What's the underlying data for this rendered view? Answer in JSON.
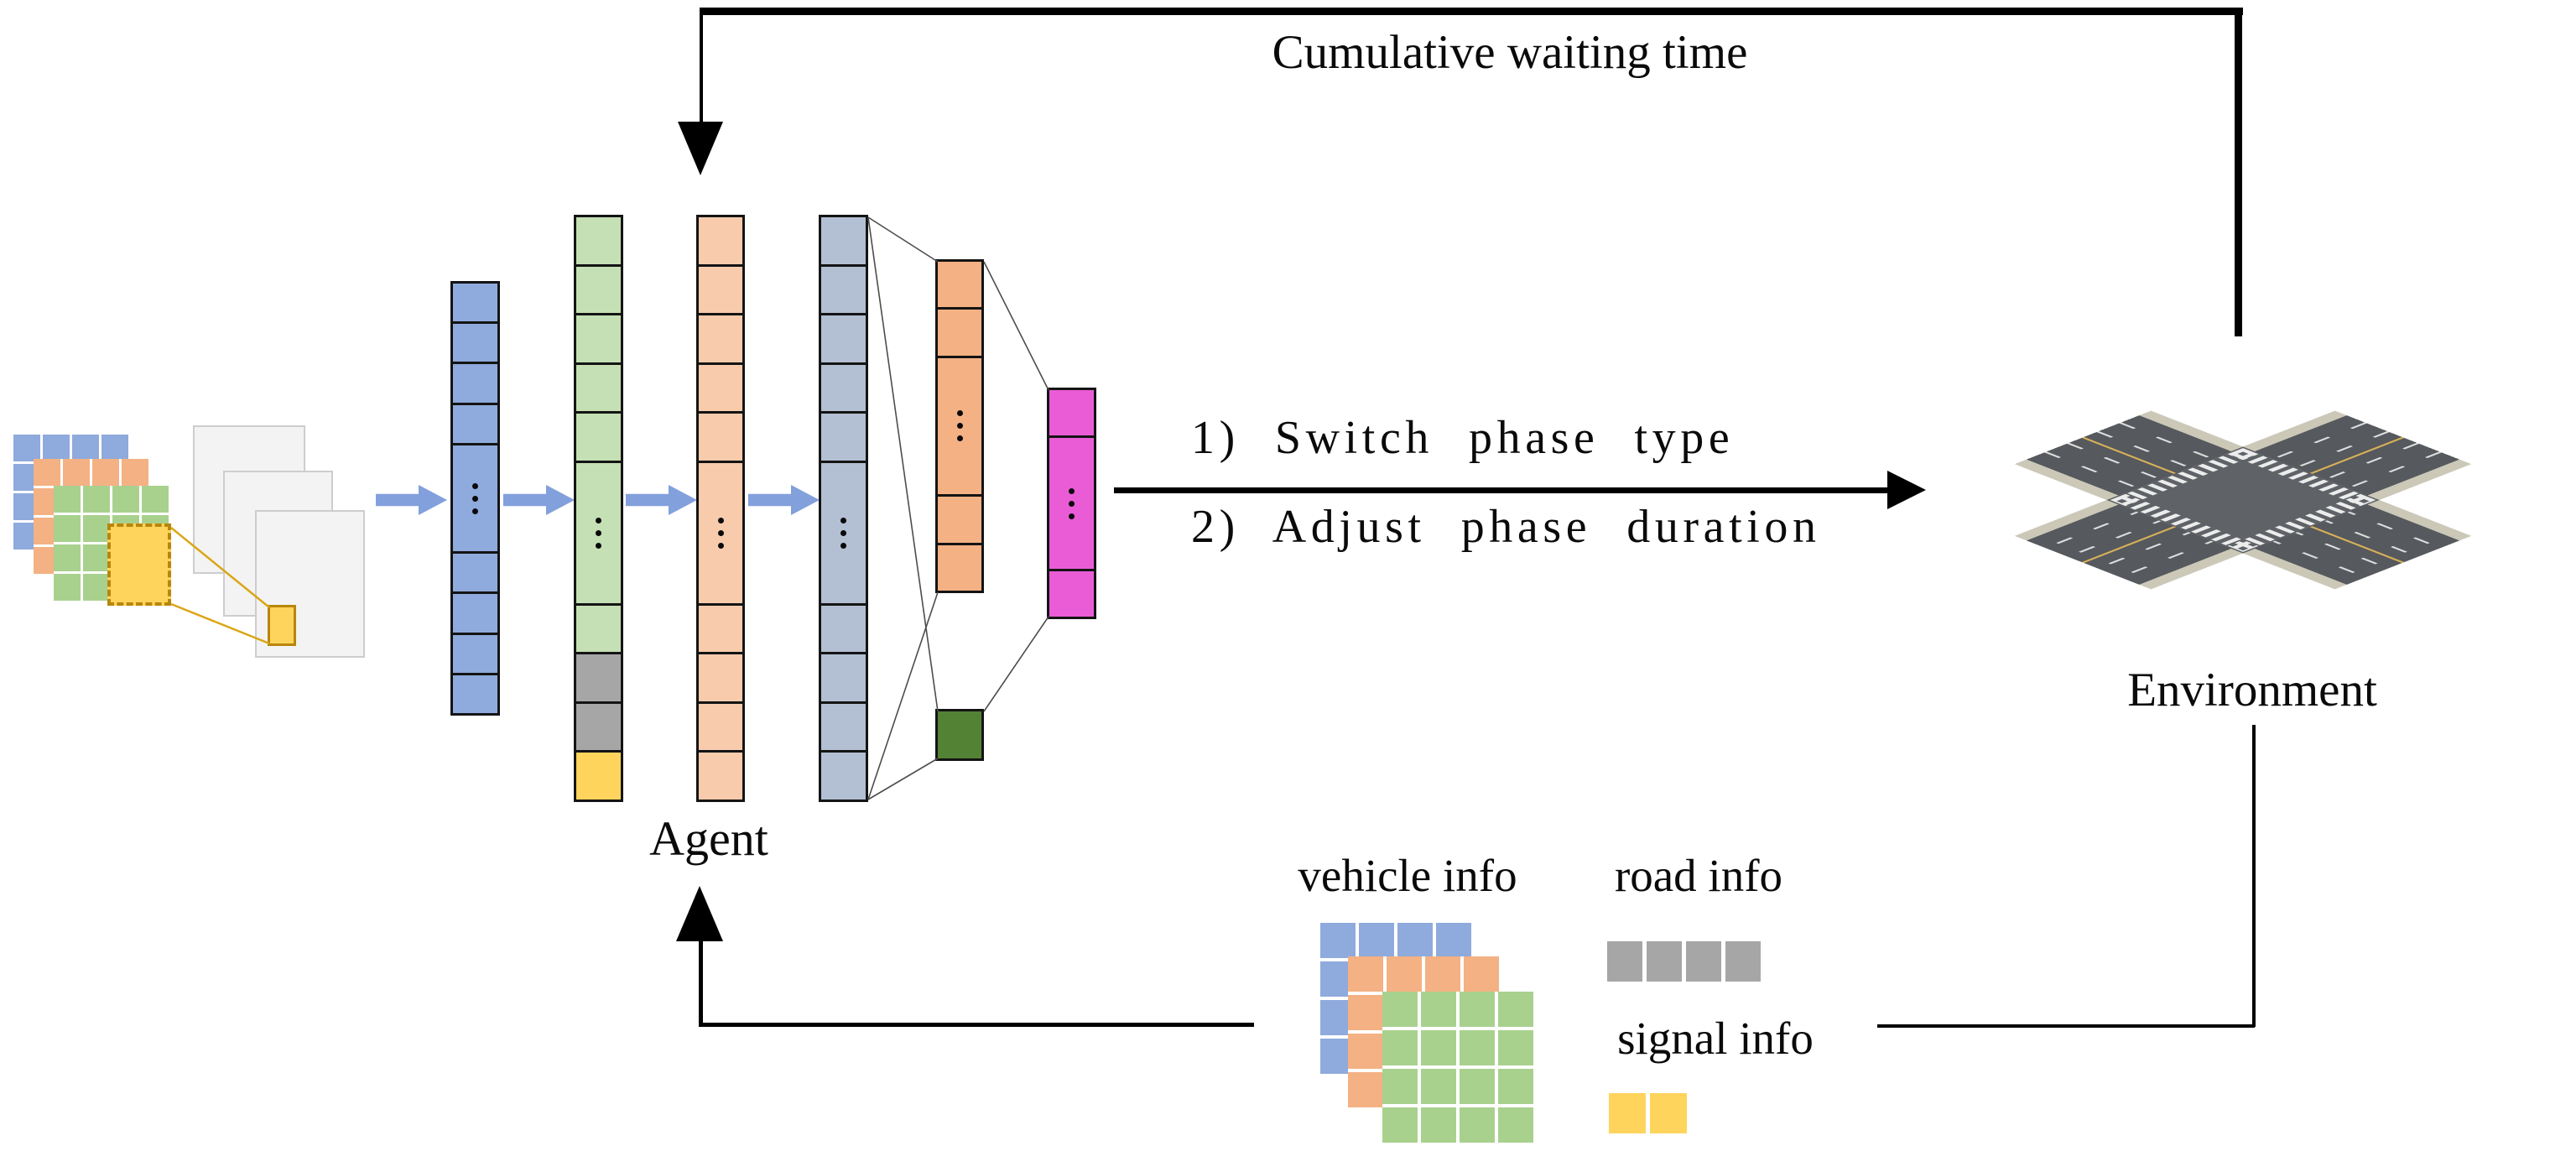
{
  "figure": {
    "description": "Deep reinforcement learning framework for traffic signal control: state input, dueling network agent, actions, environment, reward loop"
  },
  "labels": {
    "reward": "Cumulative waiting time",
    "action_1": "1) Switch phase type",
    "action_2": "2) Adjust phase duration",
    "agent": "Agent",
    "environment": "Environment",
    "vehicle_info": "vehicle info",
    "road_info": "road info",
    "signal_info": "signal info"
  },
  "colors": {
    "blue": "#8faadc",
    "orange": "#f4b183",
    "orange_light": "#f8cbad",
    "green_grid": "#a9d18e",
    "green_light": "#c5e0b4",
    "slate": "#b3bfd3",
    "gray": "#a6a6a6",
    "yellow": "#ffd45c",
    "magenta": "#ea5cd6",
    "dark_green": "#548235",
    "arrow_blue": "#82a0dc",
    "line_black": "#000000",
    "connector_gray": "#4d4d4d",
    "kernel_line": "#dba617",
    "kernel_border": "#b8860b",
    "sheet_fill": "#f3f3f3",
    "asphalt": "#56595d",
    "sidewalk": "#ccc8b8",
    "junction": "#5f6367",
    "roadline_yellow": "#d8b25a"
  },
  "input_stack": {
    "rows": 4,
    "cols": 4,
    "grids": [
      {
        "id": "state-grid-blue",
        "color": "blue"
      },
      {
        "id": "state-grid-orange",
        "color": "orange"
      },
      {
        "id": "state-grid-green",
        "color": "green_grid"
      }
    ],
    "kernel_color": "yellow",
    "sheet_count": 3
  },
  "agent_network": {
    "columns": [
      {
        "id": "flatten-vector",
        "cells": [
          "blue",
          "blue",
          "blue",
          "blue",
          "blue*",
          "blue",
          "blue",
          "blue",
          "blue"
        ]
      },
      {
        "id": "state-concat-vector",
        "cells": [
          "green_light",
          "green_light",
          "green_light",
          "green_light",
          "green_light",
          "green_light*",
          "green_light",
          "gray",
          "gray",
          "yellow"
        ]
      },
      {
        "id": "hidden-layer-1",
        "cells": [
          "orange_light",
          "orange_light",
          "orange_light",
          "orange_light",
          "orange_light",
          "orange_light*",
          "orange_light",
          "orange_light",
          "orange_light",
          "orange_light"
        ]
      },
      {
        "id": "hidden-layer-2",
        "cells": [
          "slate",
          "slate",
          "slate",
          "slate",
          "slate",
          "slate*",
          "slate",
          "slate",
          "slate",
          "slate"
        ]
      },
      {
        "id": "advantage-stream",
        "cells": [
          "orange",
          "orange",
          "orange*",
          "orange",
          "orange"
        ]
      },
      {
        "id": "value-stream",
        "cells": [
          "dark_green"
        ]
      },
      {
        "id": "output-layer",
        "cells": [
          "magenta",
          "magenta*",
          "magenta"
        ]
      }
    ]
  },
  "info_panel": {
    "vehicle_rows": 4,
    "vehicle_cols": 4,
    "vehicle_grids": [
      {
        "id": "vehicle-grid-blue",
        "color": "blue"
      },
      {
        "id": "vehicle-grid-orange",
        "color": "orange"
      },
      {
        "id": "vehicle-grid-green",
        "color": "green_grid"
      }
    ],
    "road_cells": 4,
    "signal_cells": 2
  },
  "icons": {
    "down_arrowhead": "reward feedback into agent",
    "up_arrowhead": "state feedback into agent",
    "right_arrowhead": "action into environment",
    "block_arrow": "data flow between layers"
  }
}
